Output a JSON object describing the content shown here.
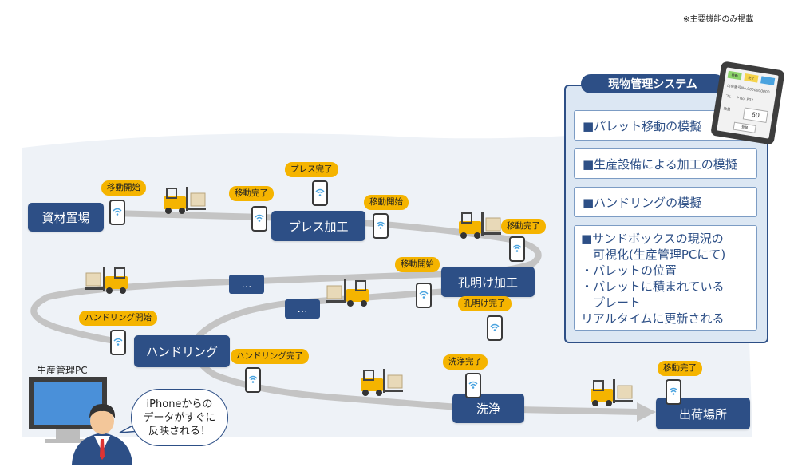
{
  "note": "※主要機能のみ掲載",
  "stations": {
    "materials": "資材置場",
    "press": "プレス加工",
    "drilling": "孔明け加工",
    "handling": "ハンドリング",
    "washing": "洗浄",
    "shipping": "出荷場所"
  },
  "ellipsis": "…",
  "tags": {
    "move_start_1": "移動開始",
    "move_done_1": "移動完了",
    "press_done": "プレス完了",
    "move_start_2": "移動開始",
    "move_done_2": "移動完了",
    "move_start_3": "移動開始",
    "drill_done": "孔明け完了",
    "handling_start": "ハンドリング開始",
    "handling_done": "ハンドリング完了",
    "wash_done": "洗浄完了",
    "move_done_3": "移動完了"
  },
  "panel": {
    "title": "現物管理システム",
    "items": [
      "■パレット移動の模擬",
      "■生産設備による加工の模擬",
      "■ハンドリングの模擬"
    ],
    "detail": [
      "■サンドボックスの現況の",
      "　可視化(生産管理PCにて)",
      "・パレットの位置",
      "・パレットに積まれている",
      "　プレート",
      "リアルタイムに更新される"
    ]
  },
  "tablet": {
    "btn1": "移動",
    "btn2": "完了",
    "line1": "出荷番号No.0000000000",
    "line2": "プレートNo. P02",
    "qty_label": "数量",
    "qty_value": "60",
    "confirm": "登録"
  },
  "pc": {
    "label": "生産管理PC",
    "bubble": [
      "iPhoneからの",
      "データがすぐに",
      "反映される！"
    ]
  },
  "colors": {
    "station": "#2d4f86",
    "tag": "#f5b400",
    "path": "#c4c4c4",
    "panel_bg": "#dce7f3",
    "ground": "#eef2f7"
  },
  "icons": [
    "wifi-phone-icon",
    "forklift-icon",
    "tablet-icon",
    "pc-monitor-icon",
    "person-icon"
  ]
}
